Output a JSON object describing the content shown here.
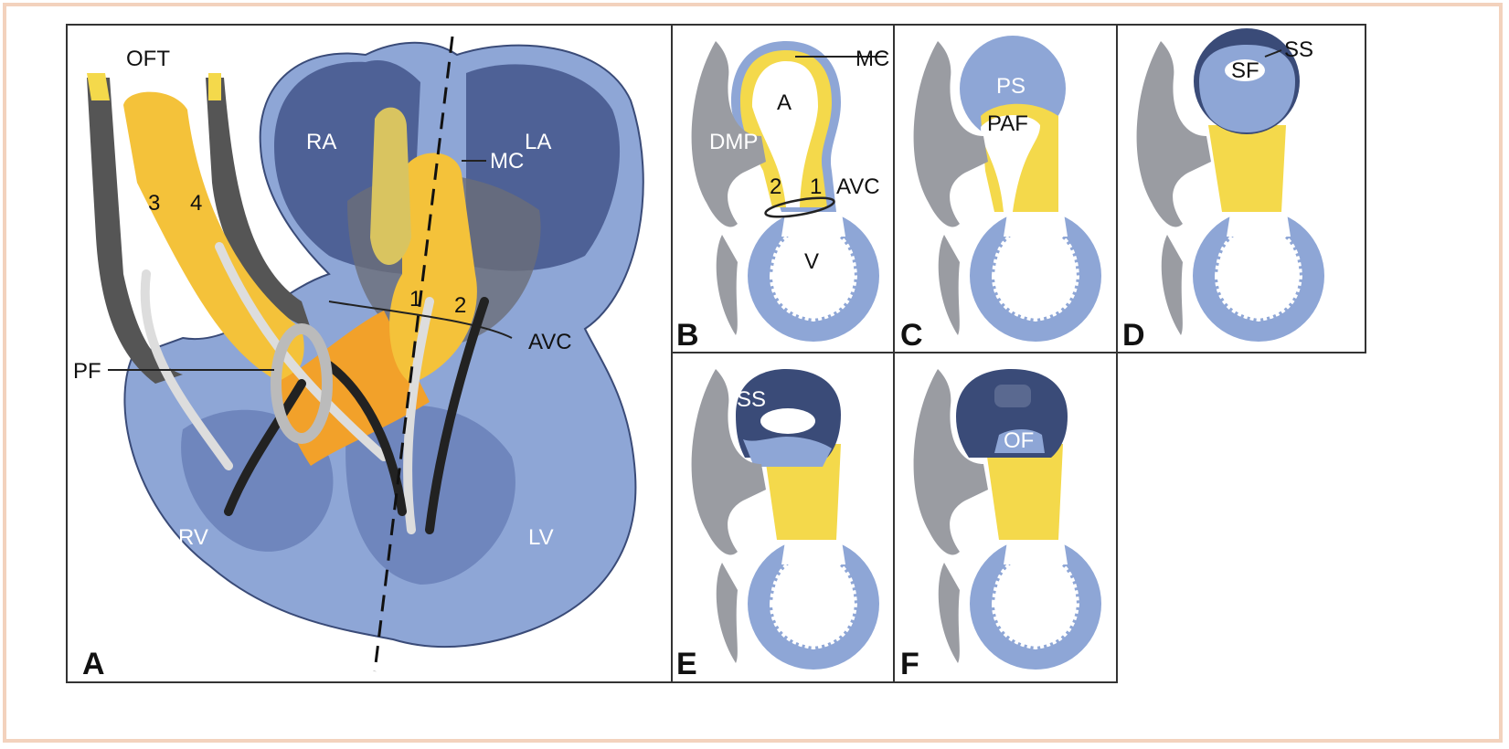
{
  "panel_a": {
    "letter": "A",
    "oft": "OFT",
    "ra": "RA",
    "la": "LA",
    "mc": "MC",
    "n3": "3",
    "n4": "4",
    "n1": "1",
    "n2": "2",
    "pf": "PF",
    "avc": "AVC",
    "rv": "RV",
    "lv": "LV"
  },
  "panel_b": {
    "letter": "B",
    "mc": "MC",
    "a": "A",
    "dmp": "DMP",
    "n2": "2",
    "n1": "1",
    "avc": "AVC",
    "v": "V"
  },
  "panel_c": {
    "letter": "C",
    "ps": "PS",
    "paf": "PAF"
  },
  "panel_d": {
    "letter": "D",
    "ss": "SS",
    "sf": "SF"
  },
  "panel_e": {
    "letter": "E",
    "ss": "SS"
  },
  "panel_f": {
    "letter": "F",
    "of": "OF"
  },
  "colors": {
    "blue": "#8ea6d6",
    "dark_blue": "#3a4b78",
    "yellow": "#f4d94b",
    "orange": "#f2a12a",
    "gray": "#9a9ca2",
    "frame": "#333333",
    "border": "#f3d2bd"
  }
}
